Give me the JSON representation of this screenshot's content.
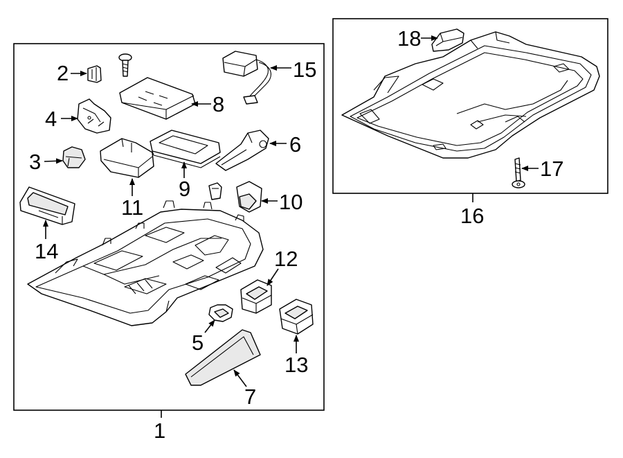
{
  "diagram": {
    "left_group": {
      "assembly_number": "1",
      "parts": {
        "p2": "2",
        "p3": "3",
        "p4": "4",
        "p5": "5",
        "p6": "6",
        "p7": "7",
        "p8": "8",
        "p9": "9",
        "p10": "10",
        "p11": "11",
        "p12": "12",
        "p13": "13",
        "p14": "14",
        "p15": "15"
      }
    },
    "right_group": {
      "assembly_number": "16",
      "parts": {
        "p17": "17",
        "p18": "18"
      }
    }
  }
}
